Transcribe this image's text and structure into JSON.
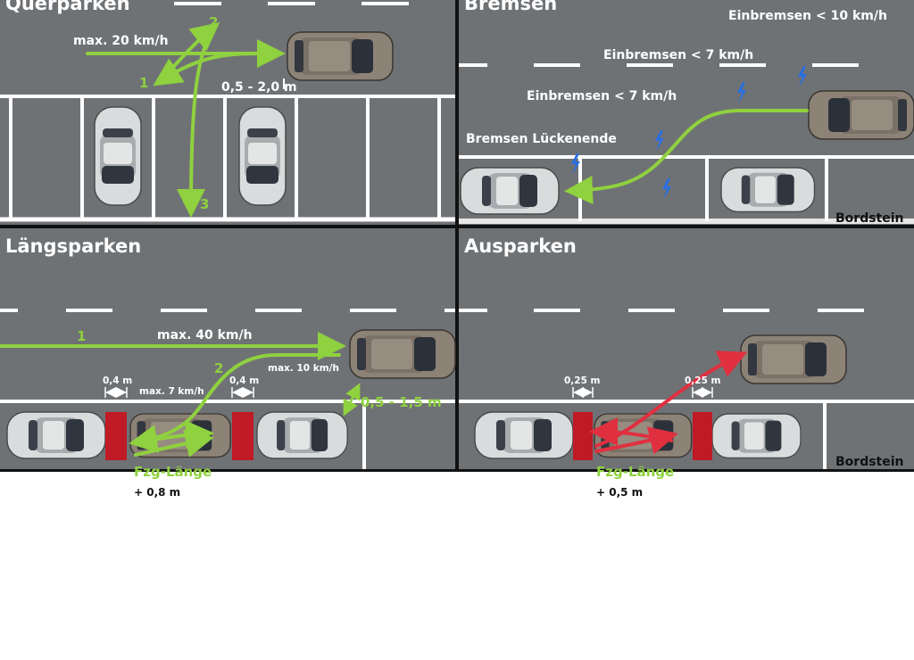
{
  "colors": {
    "asphalt": "#6f7275",
    "divider": "#111111",
    "marking": "#ffffff",
    "curb": "#e6e6e6",
    "green_arrow": "#8fd13f",
    "red_arrow": "#e03040",
    "barrier": "#c01a26",
    "lightning": "#2b6fe0",
    "car_light": "#d9dcdc",
    "car_dark": "#8c8276"
  },
  "icons": [
    "lightning-icon",
    "car-icon",
    "arrow-icon"
  ],
  "panels": {
    "querparken": {
      "title": "Querparken",
      "speed": "max. 20 km/h",
      "distance": "0,5 - 2,0 m",
      "steps": [
        "1",
        "2",
        "3"
      ]
    },
    "bremsen": {
      "title": "Bremsen",
      "labels": [
        "Einbremsen < 10 km/h",
        "Einbremsen < 7 km/h",
        "Einbremsen < 7 km/h",
        "Bremsen Lückenende"
      ],
      "curb": "Bordstein"
    },
    "laengsparken": {
      "title": "Längsparken",
      "speed_main": "max. 40 km/h",
      "speed_reverse": "max. 10 km/h",
      "speed_gap": "max. 7 km/h",
      "gap_left": "0,4 m",
      "gap_right": "0,4 m",
      "distance": "0,5 - 1,5 m",
      "length": "Fzg-Länge",
      "length_extra": "+ 0,8 m",
      "steps": [
        "1",
        "2"
      ]
    },
    "ausparken": {
      "title": "Ausparken",
      "gap_left": "0,25 m",
      "gap_right": "0,25 m",
      "length": "Fzg-Länge",
      "length_extra": "+ 0,5 m",
      "curb": "Bordstein"
    }
  }
}
